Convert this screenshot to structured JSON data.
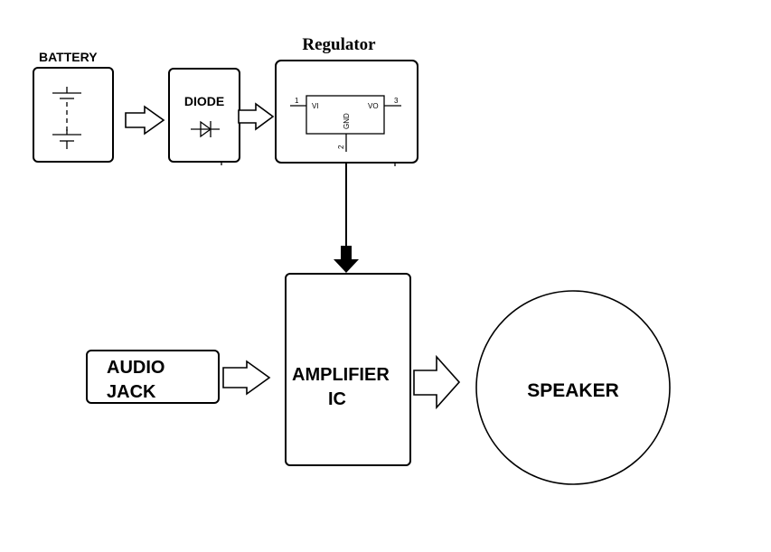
{
  "diagram": {
    "type": "block-diagram",
    "blocks": {
      "battery": {
        "label": "BATTERY",
        "symbol": "battery-cells"
      },
      "diode": {
        "label": "DIODE",
        "symbol": "diode"
      },
      "regulator": {
        "title": "Regulator",
        "pins": {
          "pin1_number": "1",
          "pin1_name": "VI",
          "pin2_number": "2",
          "pin2_name": "GND",
          "pin3_number": "3",
          "pin3_name": "VO"
        }
      },
      "audio_jack": {
        "line1": "AUDIO",
        "line2": "JACK"
      },
      "amplifier": {
        "line1": "AMPLIFIER",
        "line2": "IC"
      },
      "speaker": {
        "label": "SPEAKER"
      }
    },
    "connections": [
      {
        "from": "battery",
        "to": "diode",
        "style": "hollow-arrow"
      },
      {
        "from": "diode",
        "to": "regulator",
        "style": "hollow-arrow"
      },
      {
        "from": "regulator",
        "to": "amplifier",
        "style": "solid-line-arrow"
      },
      {
        "from": "audio_jack",
        "to": "amplifier",
        "style": "hollow-arrow"
      },
      {
        "from": "amplifier",
        "to": "speaker",
        "style": "hollow-arrow"
      }
    ]
  }
}
